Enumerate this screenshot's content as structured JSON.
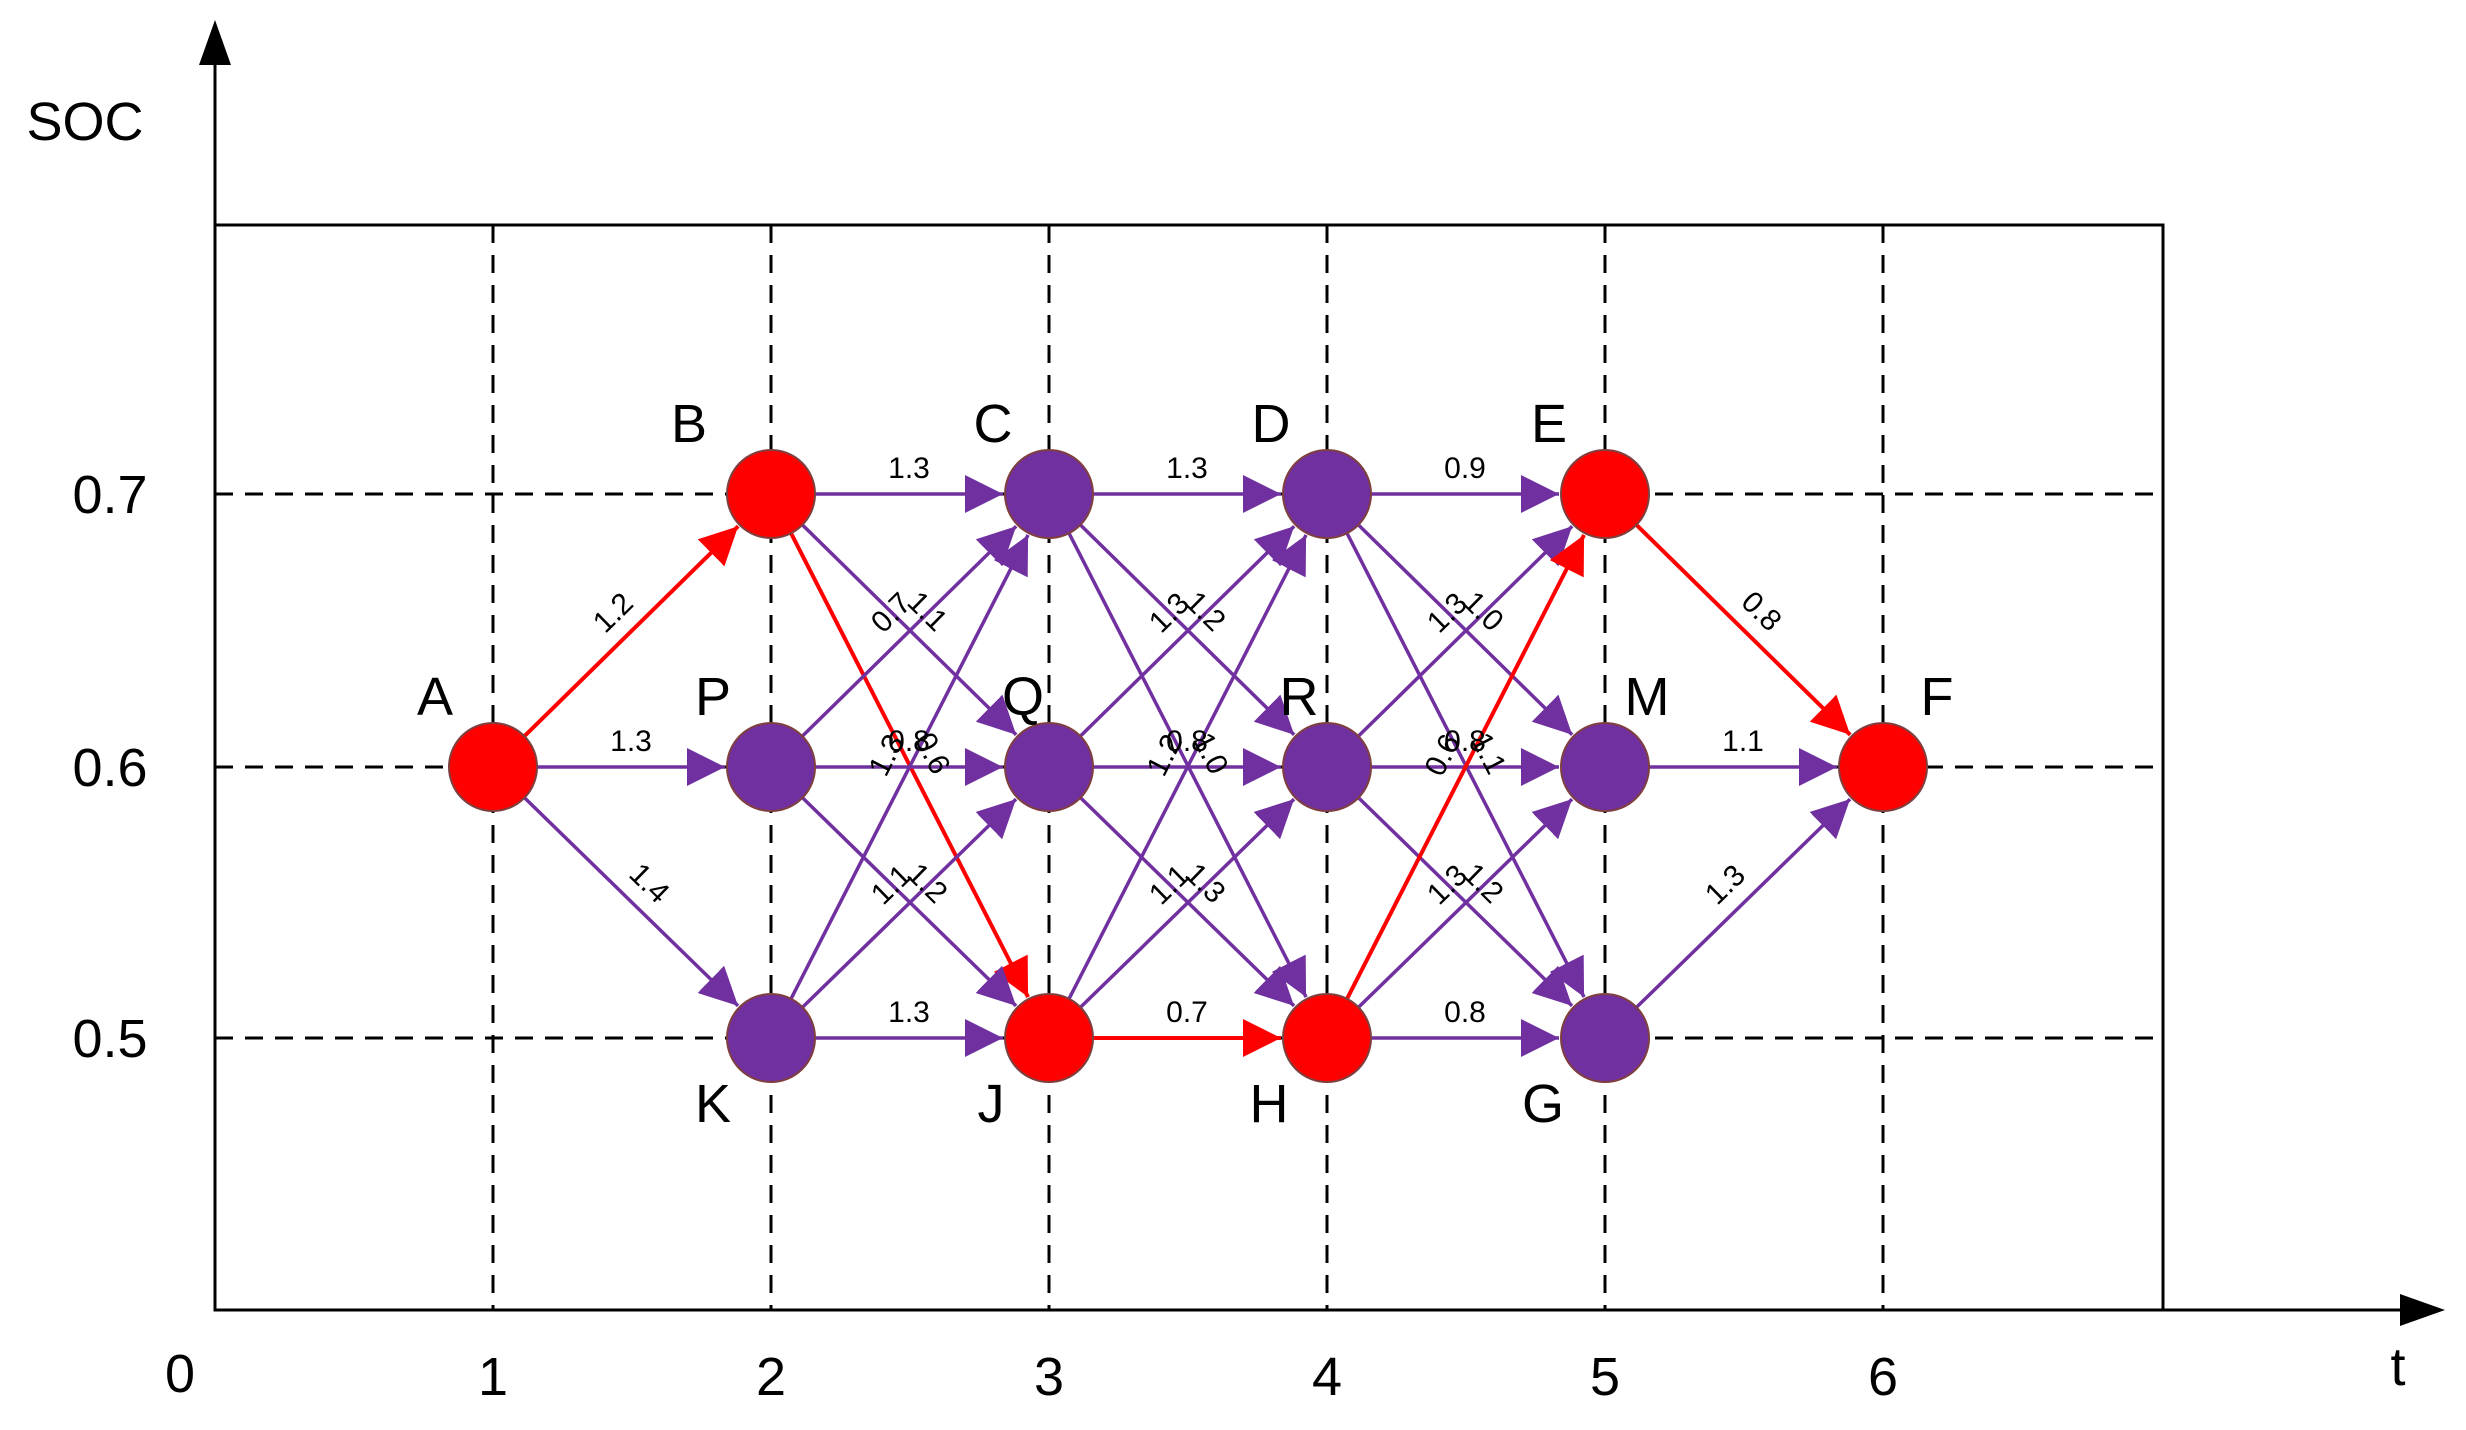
{
  "axes": {
    "y_title": "SOC",
    "x_title": "t",
    "origin": "0",
    "x_ticks": [
      "1",
      "2",
      "3",
      "4",
      "5",
      "6"
    ],
    "y_ticks": [
      "0.7",
      "0.6",
      "0.5"
    ]
  },
  "colors": {
    "highlight": "#ff0000",
    "normal": "#7030a0",
    "grid": "#000000"
  },
  "nodes": [
    {
      "id": "A",
      "t": 1,
      "soc": 0.6,
      "highlight": true
    },
    {
      "id": "B",
      "t": 2,
      "soc": 0.7,
      "highlight": true
    },
    {
      "id": "P",
      "t": 2,
      "soc": 0.6,
      "highlight": false
    },
    {
      "id": "K",
      "t": 2,
      "soc": 0.5,
      "highlight": false
    },
    {
      "id": "C",
      "t": 3,
      "soc": 0.7,
      "highlight": false
    },
    {
      "id": "Q",
      "t": 3,
      "soc": 0.6,
      "highlight": false
    },
    {
      "id": "J",
      "t": 3,
      "soc": 0.5,
      "highlight": true
    },
    {
      "id": "D",
      "t": 4,
      "soc": 0.7,
      "highlight": false
    },
    {
      "id": "R",
      "t": 4,
      "soc": 0.6,
      "highlight": false
    },
    {
      "id": "H",
      "t": 4,
      "soc": 0.5,
      "highlight": true
    },
    {
      "id": "E",
      "t": 5,
      "soc": 0.7,
      "highlight": true
    },
    {
      "id": "M",
      "t": 5,
      "soc": 0.6,
      "highlight": false
    },
    {
      "id": "G",
      "t": 5,
      "soc": 0.5,
      "highlight": false
    },
    {
      "id": "F",
      "t": 6,
      "soc": 0.6,
      "highlight": true
    }
  ],
  "edges": [
    {
      "from": "A",
      "to": "B",
      "weight": "1.2",
      "highlight": true
    },
    {
      "from": "A",
      "to": "P",
      "weight": "1.3",
      "highlight": false
    },
    {
      "from": "A",
      "to": "K",
      "weight": "1.4",
      "highlight": false
    },
    {
      "from": "B",
      "to": "C",
      "weight": "1.3",
      "highlight": false
    },
    {
      "from": "B",
      "to": "Q",
      "weight": "1.1",
      "highlight": false
    },
    {
      "from": "B",
      "to": "J",
      "weight": "0.6",
      "highlight": true
    },
    {
      "from": "P",
      "to": "C",
      "weight": "0.7",
      "highlight": false
    },
    {
      "from": "P",
      "to": "Q",
      "weight": "0.8",
      "highlight": false
    },
    {
      "from": "P",
      "to": "J",
      "weight": "1.2",
      "highlight": false
    },
    {
      "from": "K",
      "to": "C",
      "weight": "1.3",
      "highlight": false
    },
    {
      "from": "K",
      "to": "Q",
      "weight": "1.1",
      "highlight": false
    },
    {
      "from": "K",
      "to": "J",
      "weight": "1.3",
      "highlight": false
    },
    {
      "from": "C",
      "to": "D",
      "weight": "1.3",
      "highlight": false
    },
    {
      "from": "C",
      "to": "R",
      "weight": "1.2",
      "highlight": false
    },
    {
      "from": "C",
      "to": "H",
      "weight": "1.0",
      "highlight": false
    },
    {
      "from": "Q",
      "to": "D",
      "weight": "1.3",
      "highlight": false
    },
    {
      "from": "Q",
      "to": "R",
      "weight": "0.8",
      "highlight": false
    },
    {
      "from": "Q",
      "to": "H",
      "weight": "1.3",
      "highlight": false
    },
    {
      "from": "J",
      "to": "D",
      "weight": "1.2",
      "highlight": false
    },
    {
      "from": "J",
      "to": "R",
      "weight": "1.1",
      "highlight": false
    },
    {
      "from": "J",
      "to": "H",
      "weight": "0.7",
      "highlight": true
    },
    {
      "from": "D",
      "to": "E",
      "weight": "0.9",
      "highlight": false
    },
    {
      "from": "D",
      "to": "M",
      "weight": "1.0",
      "highlight": false
    },
    {
      "from": "D",
      "to": "G",
      "weight": "1.1",
      "highlight": false
    },
    {
      "from": "R",
      "to": "E",
      "weight": "1.3",
      "highlight": false
    },
    {
      "from": "R",
      "to": "M",
      "weight": "0.8",
      "highlight": false
    },
    {
      "from": "R",
      "to": "G",
      "weight": "1.2",
      "highlight": false
    },
    {
      "from": "H",
      "to": "E",
      "weight": "0.6",
      "highlight": true
    },
    {
      "from": "H",
      "to": "M",
      "weight": "1.3",
      "highlight": false
    },
    {
      "from": "H",
      "to": "G",
      "weight": "0.8",
      "highlight": false
    },
    {
      "from": "E",
      "to": "F",
      "weight": "0.8",
      "highlight": true
    },
    {
      "from": "M",
      "to": "F",
      "weight": "1.1",
      "highlight": false
    },
    {
      "from": "G",
      "to": "F",
      "weight": "1.3",
      "highlight": false
    }
  ]
}
